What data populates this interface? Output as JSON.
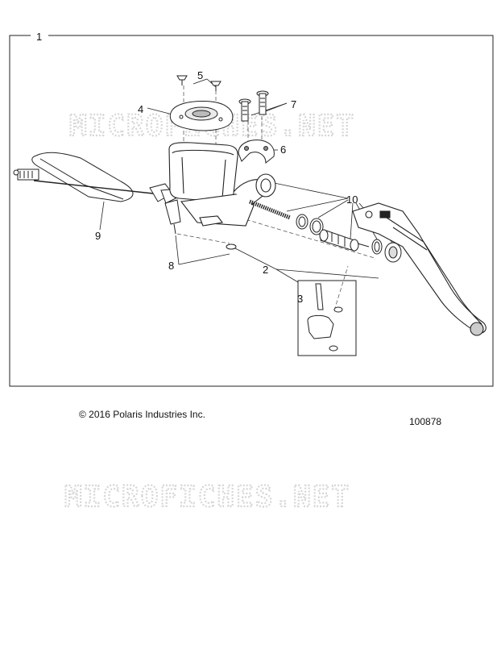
{
  "frame_label": "1",
  "callouts": {
    "c2": "2",
    "c3": "3",
    "c4": "4",
    "c5": "5",
    "c6": "6",
    "c7": "7",
    "c8": "8",
    "c9": "9",
    "c10": "10"
  },
  "watermark": "MICROFICHES.NET",
  "copyright": "© 2016 Polaris Industries Inc.",
  "ref_number": "100878"
}
